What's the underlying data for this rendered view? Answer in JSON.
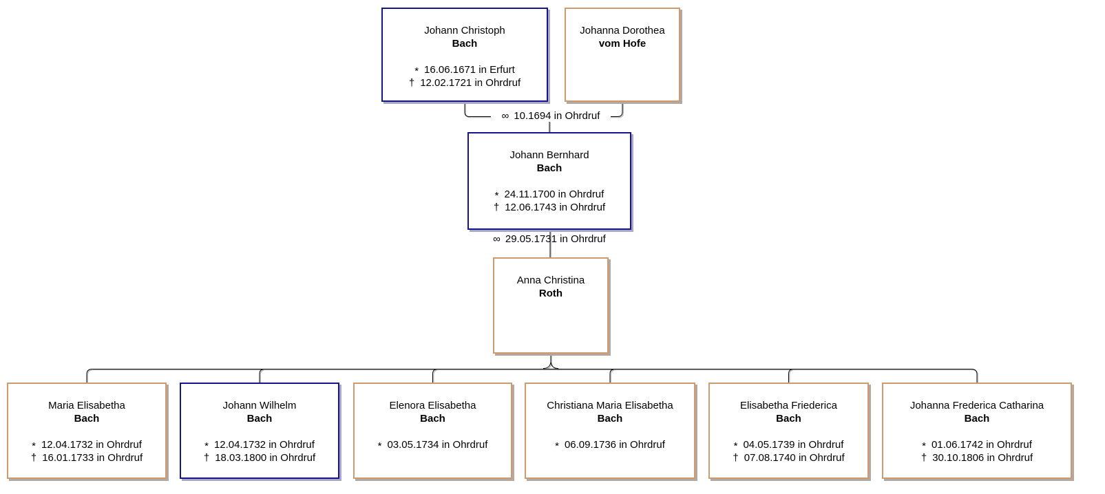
{
  "symbols": {
    "birth": "*",
    "death": "†",
    "marriage": "∞"
  },
  "colors": {
    "male_border": "#14148c",
    "female_border": "#cf9a6d",
    "line": "#000000",
    "line_shadow": "#ababab"
  },
  "marriages": [
    "10.1694 in Ohrdruf",
    "29.05.1731 in Ohrdruf"
  ],
  "persons": {
    "father": {
      "given": "Johann Christoph",
      "surname": "Bach",
      "birth": "16.06.1671 in Erfurt",
      "death": "12.02.1721 in Ohrdruf"
    },
    "mother": {
      "given": "Johanna Dorothea",
      "surname": "vom Hofe"
    },
    "proband": {
      "given": "Johann Bernhard",
      "surname": "Bach",
      "birth": "24.11.1700 in Ohrdruf",
      "death": "12.06.1743 in Ohrdruf"
    },
    "spouse": {
      "given": "Anna Christina",
      "surname": "Roth"
    },
    "children": [
      {
        "given": "Maria Elisabetha",
        "surname": "Bach",
        "birth": "12.04.1732 in Ohrdruf",
        "death": "16.01.1733 in Ohrdruf"
      },
      {
        "given": "Johann Wilhelm",
        "surname": "Bach",
        "birth": "12.04.1732 in Ohrdruf",
        "death": "18.03.1800 in Ohrdruf"
      },
      {
        "given": "Elenora Elisabetha",
        "surname": "Bach",
        "birth": "03.05.1734 in Ohrdruf"
      },
      {
        "given": "Christiana Maria Elisabetha",
        "surname": "Bach",
        "birth": "06.09.1736 in Ohrdruf"
      },
      {
        "given": "Elisabetha Friederica",
        "surname": "Bach",
        "birth": "04.05.1739 in Ohrdruf",
        "death": "07.08.1740 in Ohrdruf"
      },
      {
        "given": "Johanna Frederica Catharina",
        "surname": "Bach",
        "birth": "01.06.1742 in Ohrdruf",
        "death": "30.10.1806 in Ohrdruf"
      }
    ]
  }
}
